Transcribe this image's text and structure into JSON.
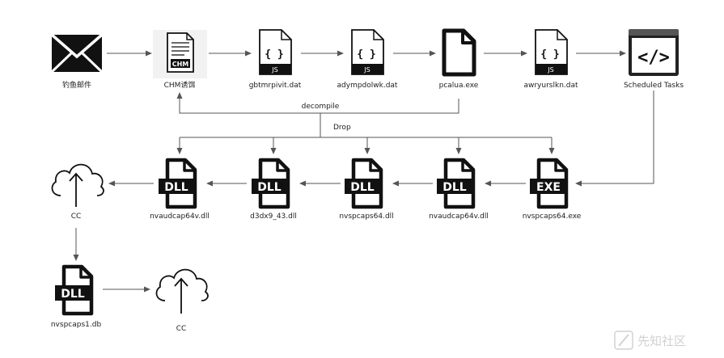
{
  "nodes": {
    "phishing_mail": {
      "label": "钓鱼邮件"
    },
    "chm_lure": {
      "label": "CHM诱饵",
      "badge": "CHM"
    },
    "gbtmrpivit": {
      "label": "gbtmrpivit.dat",
      "badge": "JS",
      "glyph": "{ }"
    },
    "adympdolwk": {
      "label": "adympdolwk.dat",
      "badge": "JS",
      "glyph": "{ }"
    },
    "pcalua": {
      "label": "pcalua.exe"
    },
    "awryurslkn": {
      "label": "awryurslkn.dat",
      "badge": "JS",
      "glyph": "{ }"
    },
    "scheduled_tasks": {
      "label": "Scheduled Tasks",
      "glyph": "</>"
    },
    "cc_top": {
      "label": "CC"
    },
    "nvaudcap64v_a": {
      "label": "nvaudcap64v.dll",
      "badge": "DLL"
    },
    "d3dx9_43": {
      "label": "d3dx9_43.dll",
      "badge": "DLL"
    },
    "nvspcaps64_dll": {
      "label": "nvspcaps64.dll",
      "badge": "DLL"
    },
    "nvaudcap64v_b": {
      "label": "nvaudcap64v.dll",
      "badge": "DLL"
    },
    "nvspcaps64_exe": {
      "label": "nvspcaps64.exe",
      "badge": "EXE"
    },
    "nvspcaps1_db": {
      "label": "nvspcaps1.db",
      "badge": "DLL"
    },
    "cc_bottom": {
      "label": "CC"
    }
  },
  "edges": {
    "decompile": "decompile",
    "drop": "Drop"
  },
  "watermark": "先知社区",
  "colors": {
    "line": "#555555",
    "icon": "#111111"
  }
}
